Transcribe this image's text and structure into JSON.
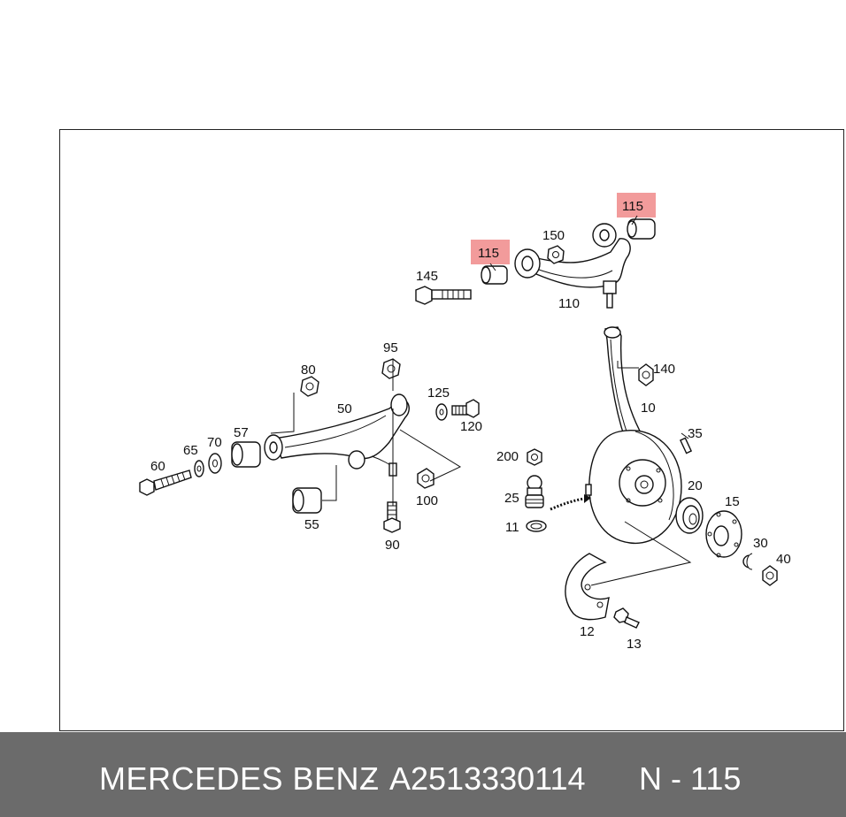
{
  "callouts": {
    "c115a": "115",
    "c115b": "115",
    "c150": "150",
    "c145": "145",
    "c110": "110",
    "c95": "95",
    "c80": "80",
    "c125": "125",
    "c50": "50",
    "c120": "120",
    "c140": "140",
    "c10": "10",
    "c60": "60",
    "c65": "65",
    "c70": "70",
    "c57": "57",
    "c35": "35",
    "c200": "200",
    "c25": "25",
    "c20": "20",
    "c15": "15",
    "c100": "100",
    "c55": "55",
    "c11": "11",
    "c30": "30",
    "c40": "40",
    "c90": "90",
    "c12": "12",
    "c13": "13"
  },
  "highlight_color": "#f08a8a",
  "footer": {
    "brand": "MERCEDES BENZ",
    "separator": "-",
    "part_number": "A2513330114",
    "reference": "N - 115",
    "background": "#6b6b6b"
  }
}
